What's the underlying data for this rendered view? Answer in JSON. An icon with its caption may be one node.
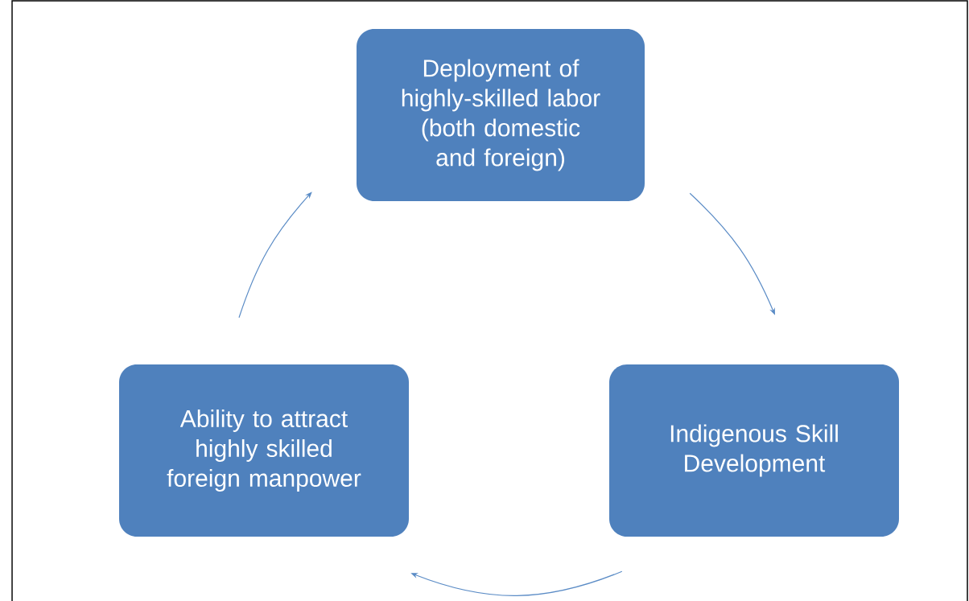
{
  "diagram": {
    "nodes": [
      {
        "text": [
          "Deployment of highly-skilled labor (both domestic and foreign)"
        ]
      },
      {
        "text": [
          "Indigenous Skill Development"
        ]
      },
      {
        "text": [
          "Ability to attract highly skilled foreign manpower"
        ]
      }
    ],
    "edges": [
      {
        "from": 0,
        "to": 1,
        "arrow": "to"
      },
      {
        "from": 1,
        "to": 2,
        "arrow": "to"
      },
      {
        "from": 2,
        "to": 0,
        "arrow": "to"
      }
    ]
  }
}
